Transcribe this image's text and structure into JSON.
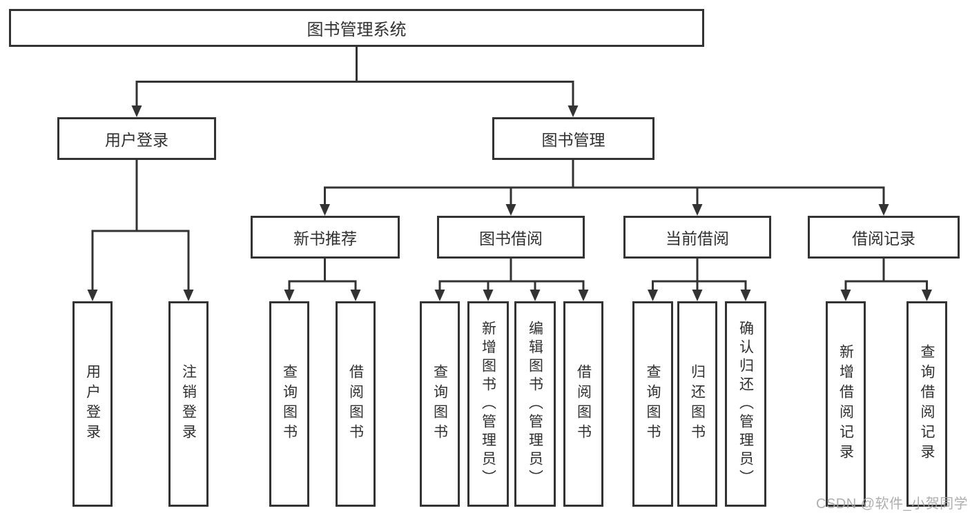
{
  "diagram": {
    "tree": {
      "root": {
        "label": "图书管理系统"
      },
      "branches": [
        {
          "label": "用户登录",
          "children": [
            {
              "label": "用户登录"
            },
            {
              "label": "注销登录"
            }
          ]
        },
        {
          "label": "图书管理",
          "sections": [
            {
              "label": "新书推荐",
              "children": [
                {
                  "label": "查询图书"
                },
                {
                  "label": "借阅图书"
                }
              ]
            },
            {
              "label": "图书借阅",
              "children": [
                {
                  "label": "查询图书"
                },
                {
                  "label": "新增图书（管理员）"
                },
                {
                  "label": "编辑图书（管理员）"
                },
                {
                  "label": "借阅图书"
                }
              ]
            },
            {
              "label": "当前借阅",
              "children": [
                {
                  "label": "查询图书"
                },
                {
                  "label": "归还图书"
                },
                {
                  "label": "确认归还（管理员）"
                }
              ]
            },
            {
              "label": "借阅记录",
              "children": [
                {
                  "label": "新增借阅记录"
                },
                {
                  "label": "查询借阅记录"
                }
              ]
            }
          ]
        }
      ]
    },
    "colors": {
      "line": "#333333",
      "text": "#303030",
      "background": "#ffffff",
      "watermark": "#a6a6a6"
    },
    "watermark": {
      "text": "CSDN @软件_小贺同学"
    }
  }
}
